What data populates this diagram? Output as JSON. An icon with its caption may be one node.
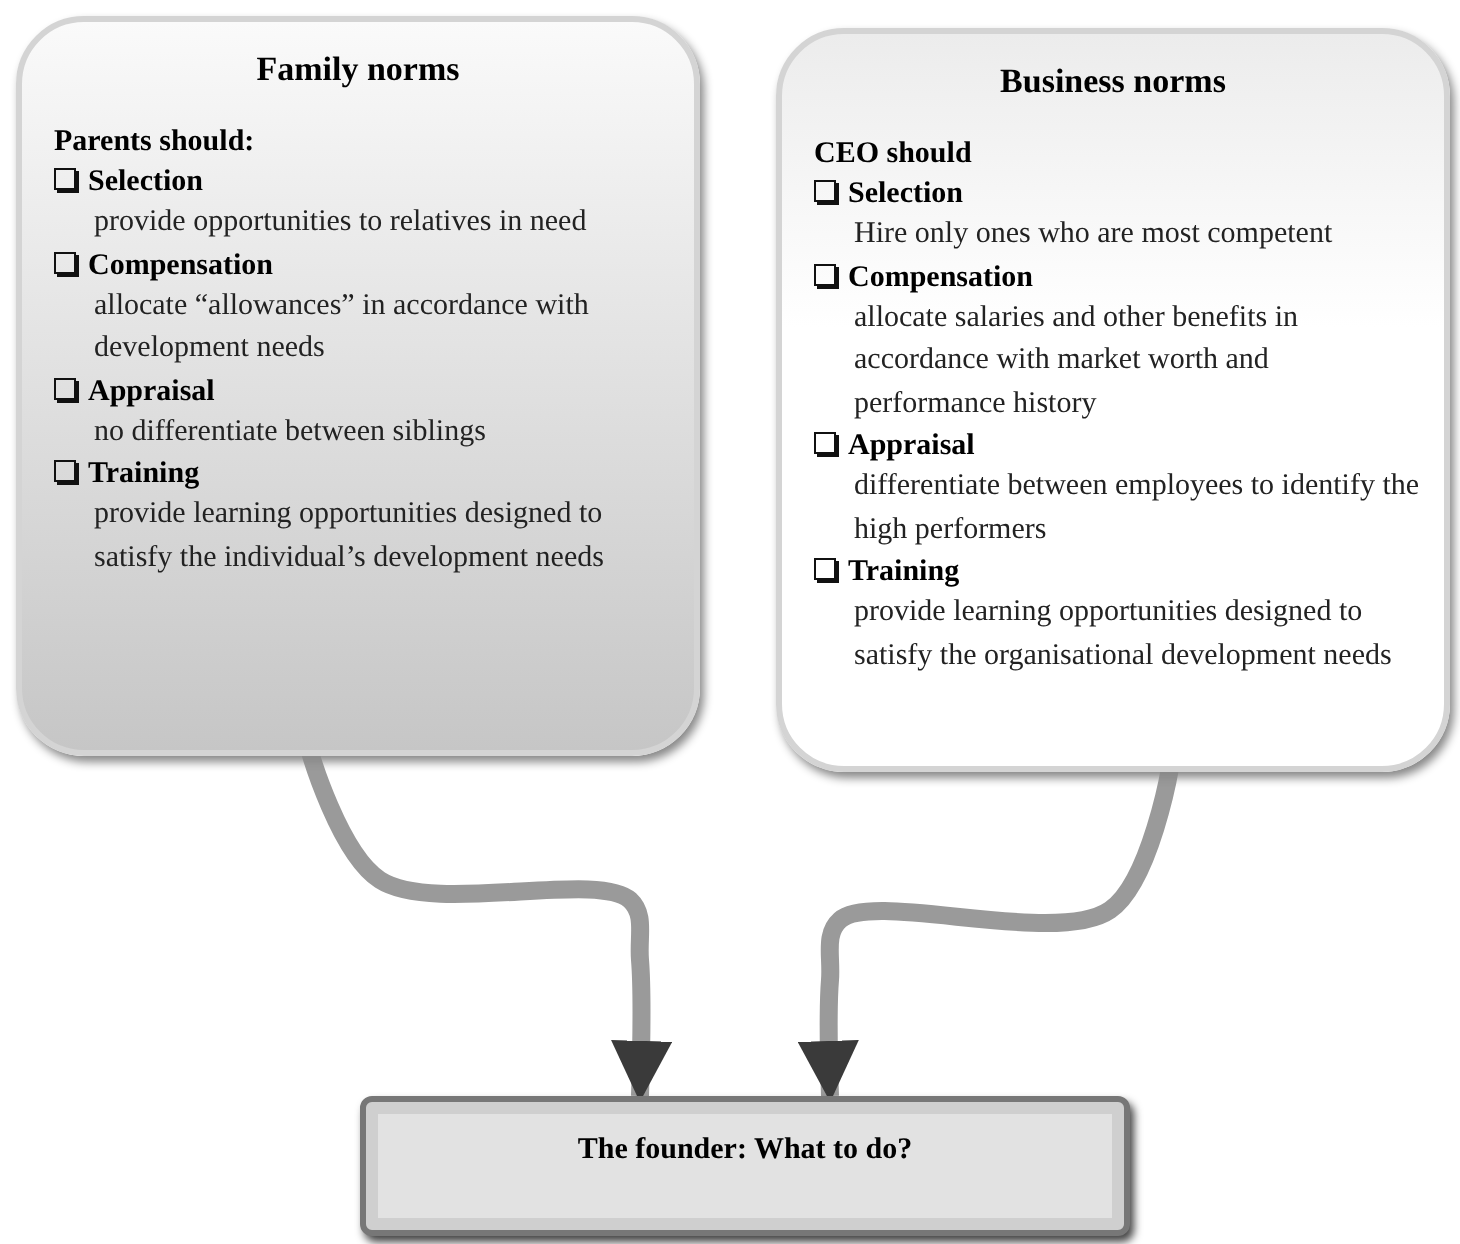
{
  "diagram": {
    "nodes": [
      {
        "text": [
          "Family norms",
          "Parents should:",
          "Selection",
          "provide opportunities to relatives in need",
          "Compensation",
          "allocate “allowances” in accordance with development needs",
          "Appraisal",
          "no differentiate between siblings",
          "Training",
          "provide learning opportunities designed to satisfy the individual’s development needs"
        ]
      },
      {
        "text": [
          "Business norms",
          "CEO should",
          "Selection",
          "Hire only ones who are most competent",
          "Compensation",
          "allocate salaries and other benefits in accordance with market worth and performance history",
          "Appraisal",
          "differentiate between employees to identify the high performers",
          "Training",
          "provide learning opportunities designed to satisfy the organisational development needs"
        ]
      },
      {
        "text": [
          "The founder: What to do?"
        ]
      }
    ],
    "edges": [
      {
        "from": 0,
        "to": 2,
        "arrow": "to"
      },
      {
        "from": 1,
        "to": 2,
        "arrow": "to"
      }
    ]
  }
}
